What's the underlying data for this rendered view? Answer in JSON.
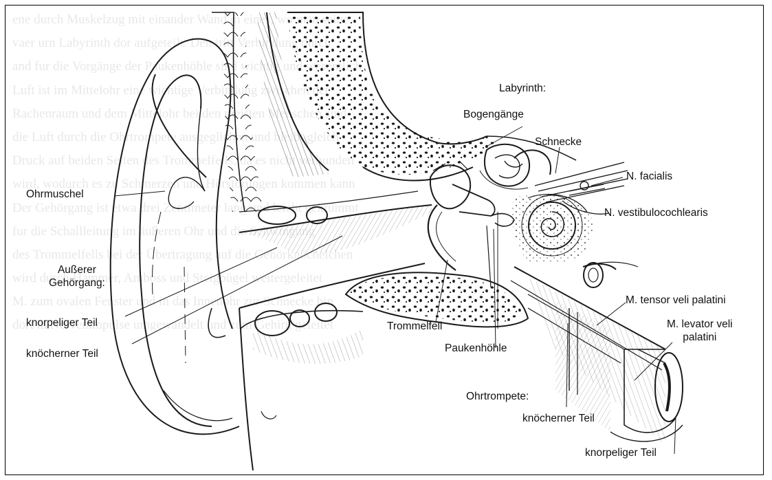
{
  "labels": {
    "labyrinth": "Labyrinth:",
    "bogengaenge": "Bogengänge",
    "schnecke": "Schnecke",
    "n_facialis": "N. facialis",
    "n_vestibulocochlearis": "N. vestibulocochlearis",
    "ohrmuschel": "Ohrmuschel",
    "ausserer_gehoergang_line1": "Außerer",
    "ausserer_gehoergang_line2": "Gehörgang:",
    "knorpeliger_teil_left": "knorpeliger Teil",
    "knoecherner_teil_left": "knöcherner Teil",
    "trommelfell": "Trommelfell",
    "paukenhoehle": "Paukenhöhle",
    "m_tensor": "M. tensor veli palatini",
    "m_levator_line1": "M. levator veli",
    "m_levator_line2": "palatini",
    "ohrtrompete": "Ohrtrompete:",
    "knoecherner_teil_right": "knöcherner Teil",
    "knorpeliger_teil_right": "knorpeliger Teil"
  },
  "colors": {
    "ink": "#1a1a1a",
    "paper": "#ffffff"
  }
}
